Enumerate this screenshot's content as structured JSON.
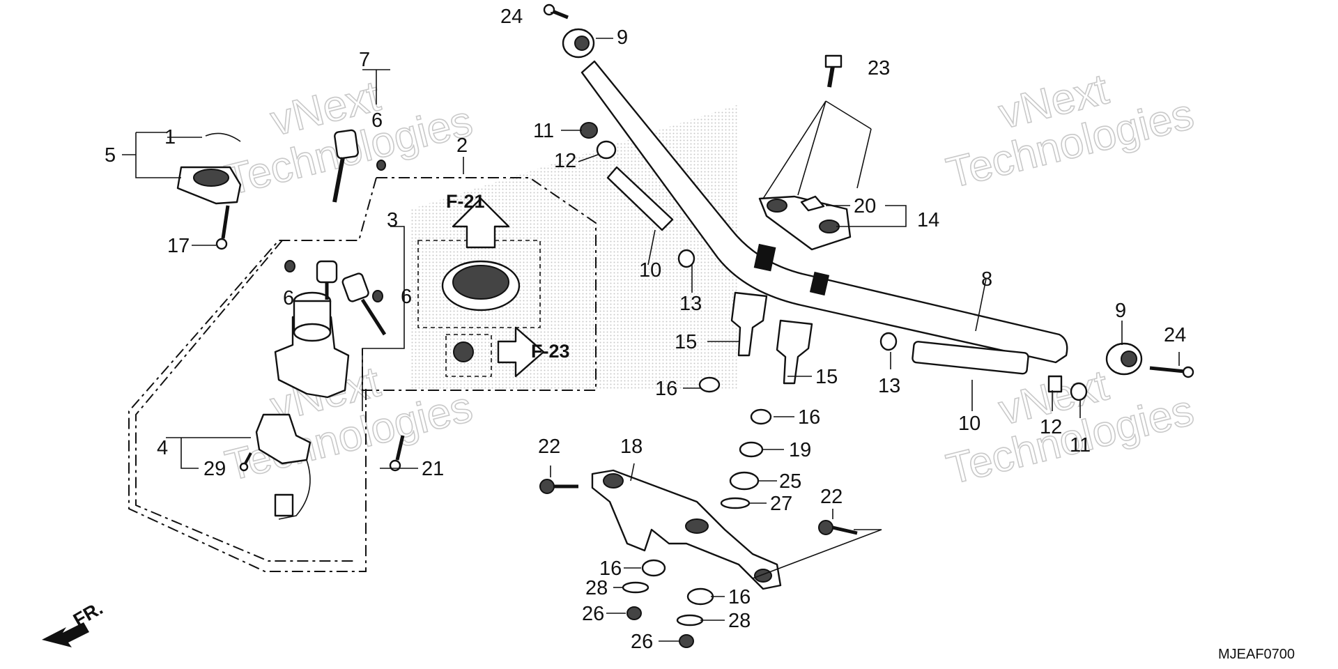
{
  "diagram": {
    "callouts": [
      "1",
      "2",
      "3",
      "4",
      "5",
      "6",
      "6",
      "6",
      "7",
      "8",
      "9",
      "9",
      "10",
      "10",
      "11",
      "11",
      "12",
      "12",
      "13",
      "13",
      "14",
      "15",
      "15",
      "16",
      "16",
      "16",
      "16",
      "17",
      "18",
      "19",
      "20",
      "21",
      "22",
      "22",
      "23",
      "24",
      "24",
      "25",
      "26",
      "26",
      "27",
      "28",
      "28",
      "29"
    ],
    "references": [
      "F-21",
      "F-23"
    ],
    "direction_label": "FR.",
    "drawing_code": "MJEAF0700",
    "watermark": [
      "vNext",
      "Technologies"
    ]
  },
  "colors": {
    "ink": "#111111",
    "watermark": "#c9c9c9",
    "shade": "#9a9a9a"
  }
}
